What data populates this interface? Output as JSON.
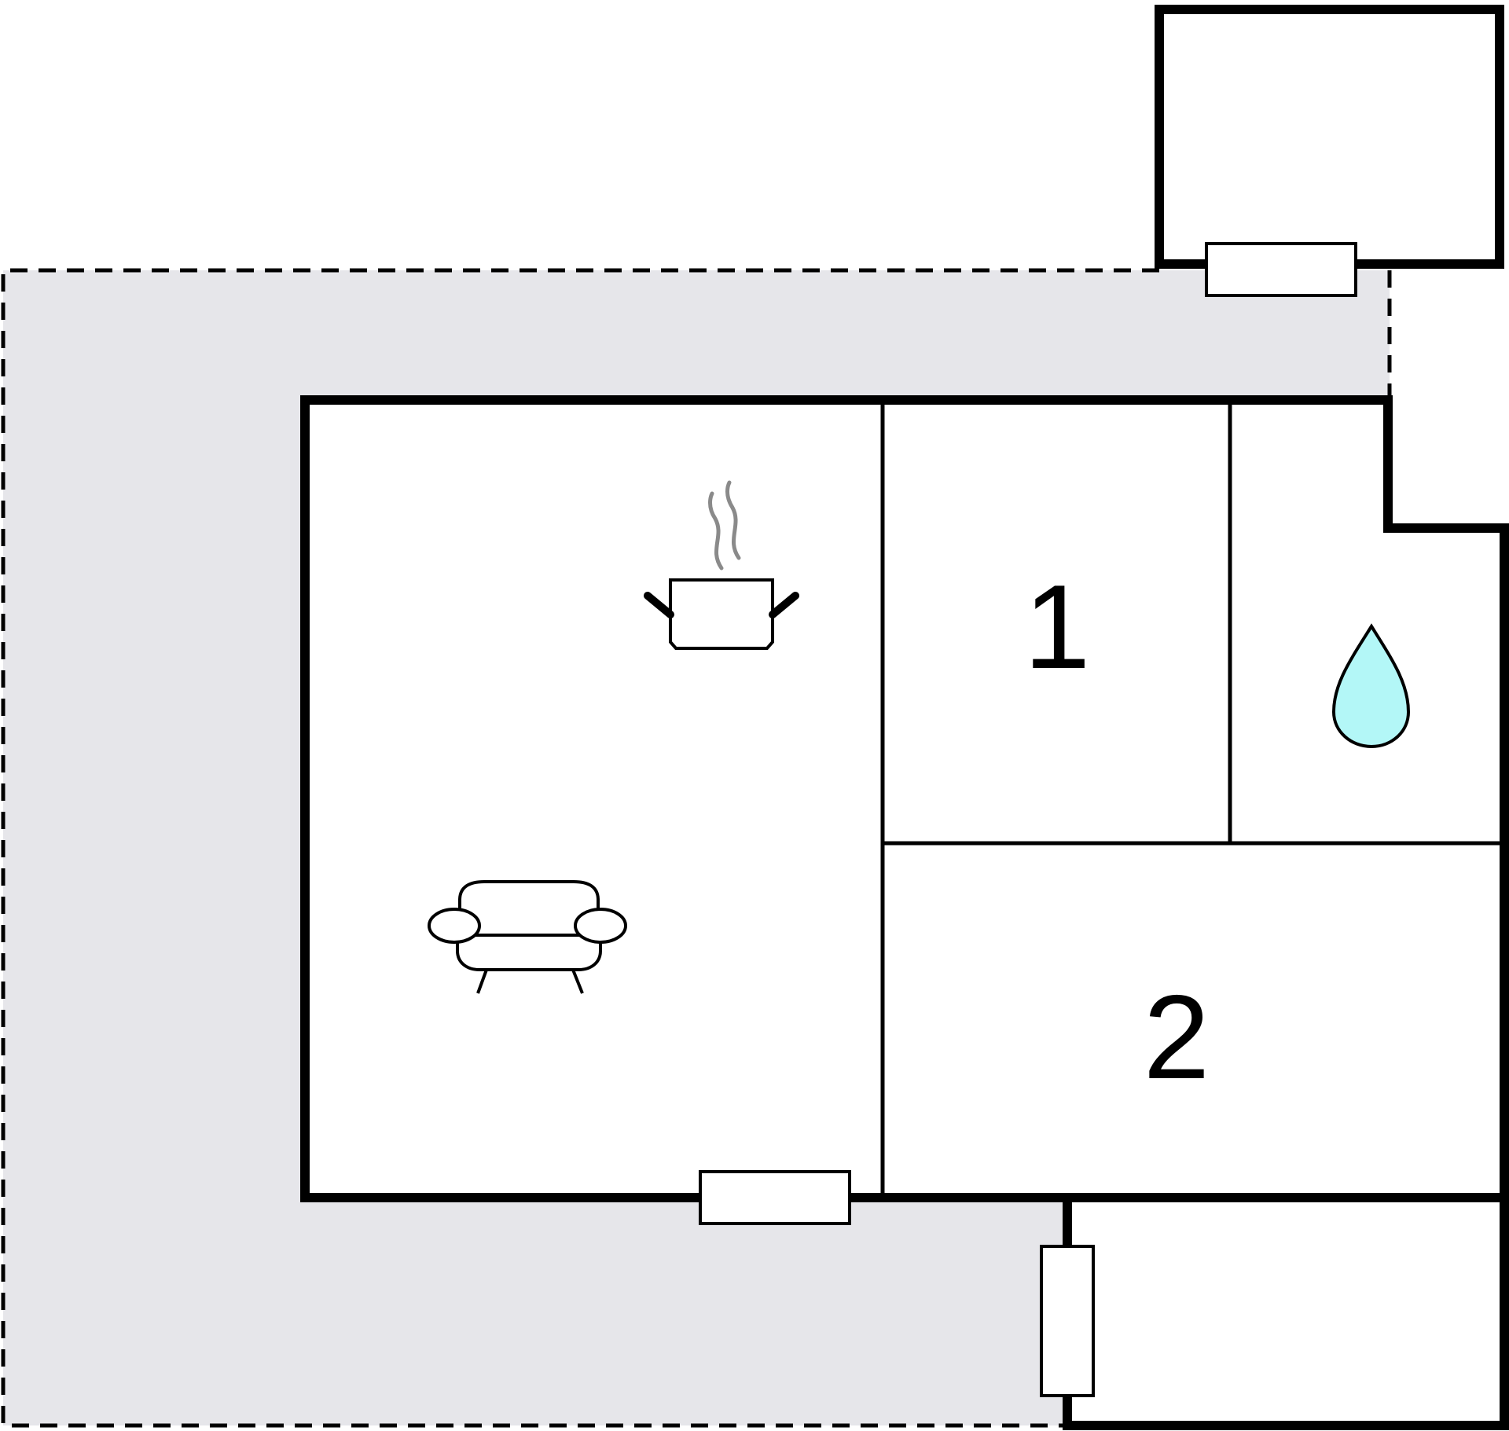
{
  "floorplan": {
    "rooms": [
      {
        "id": "bedroom-1",
        "label": "1"
      },
      {
        "id": "bedroom-2",
        "label": "2"
      }
    ],
    "icons": [
      "kitchen-pot-icon",
      "sofa-icon",
      "water-drop-icon"
    ],
    "colors": {
      "terrace": "#e6e6ea",
      "wall": "#000000",
      "steam": "#8a8a8a",
      "water": "#b3f7f7"
    }
  }
}
